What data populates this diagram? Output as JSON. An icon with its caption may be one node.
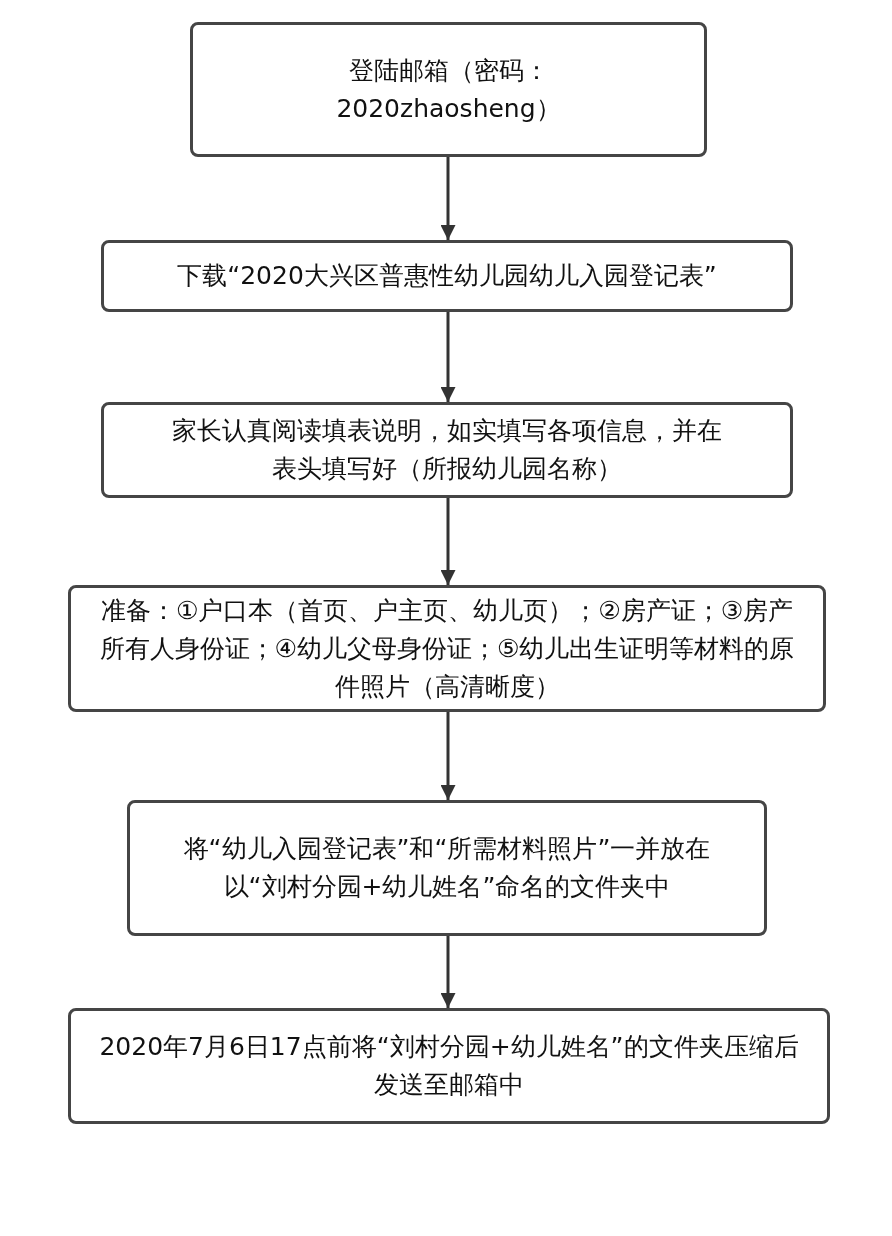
{
  "diagram": {
    "nodes": [
      {
        "text": [
          "登陆邮箱（密码：2020zhaosheng）"
        ]
      },
      {
        "text": [
          "下载“2020大兴区普惠性幼儿园幼儿入园登记表”"
        ]
      },
      {
        "text": [
          "家长认真阅读填表说明，如实填写各项信息，并在表头填写好（所报幼儿园名称）"
        ]
      },
      {
        "text": [
          "准备：①户口本（首页、户主页、幼儿页）；②房产证；③房产所有人身份证；④幼儿父母身份证；⑤幼儿出生证明等材料的原件照片（高清晰度）"
        ]
      },
      {
        "text": [
          "将“幼儿入园登记表”和“所需材料照片”一并放在以“刘村分园+幼儿姓名”命名的文件夹中"
        ]
      },
      {
        "text": [
          "2020年7月6日17点前将“刘村分园+幼儿姓名”的文件夹压缩后发送至邮箱中"
        ]
      }
    ],
    "edges": [
      {
        "from": 0,
        "to": 1,
        "arrow": "to"
      },
      {
        "from": 1,
        "to": 2,
        "arrow": "to"
      },
      {
        "from": 2,
        "to": 3,
        "arrow": "to"
      },
      {
        "from": 3,
        "to": 4,
        "arrow": "to"
      },
      {
        "from": 4,
        "to": 5,
        "arrow": "to"
      }
    ]
  }
}
